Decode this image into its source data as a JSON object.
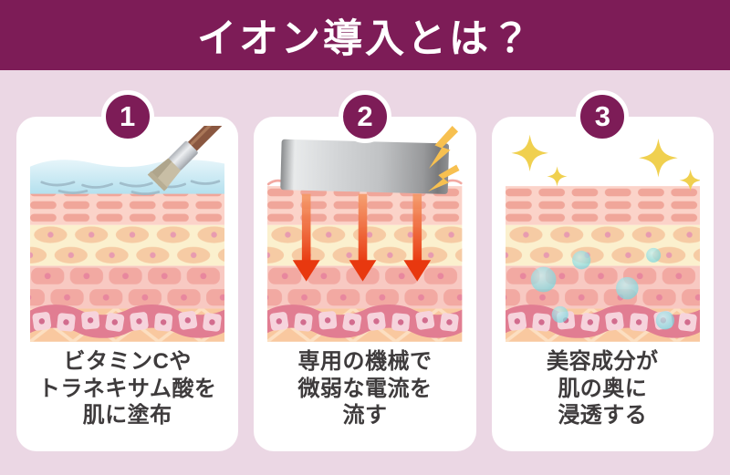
{
  "header": {
    "title": "イオン導入とは？"
  },
  "steps": [
    {
      "number": "1",
      "caption_lines": [
        "ビタミンCや",
        "トラネキサム酸を",
        "肌に塗布"
      ],
      "illustration": "brush-applying-serum-to-skin"
    },
    {
      "number": "2",
      "caption_lines": [
        "専用の機械で",
        "微弱な電流を",
        "流す"
      ],
      "illustration": "electrode-device-sending-current"
    },
    {
      "number": "3",
      "caption_lines": [
        "美容成分が",
        "肌の奥に",
        "浸透する"
      ],
      "illustration": "ingredients-penetrating-skin"
    }
  ],
  "colors": {
    "accent_magenta": "#7D1C57",
    "page_background": "#EBD7E4",
    "card_background": "#FFFFFF",
    "caption_text": "#3E3B3C",
    "liquid_blue": "#BCE2EF",
    "arrow_red": "#E8380F",
    "lightning_yellow": "#F7C050",
    "sparkle_yellow": "#F0D04F",
    "bubble_teal": "#7ED8DE",
    "skin_stripe": "#F0A69A",
    "skin_cream": "#FBF0CE",
    "skin_pink": "#F8C9C2",
    "basal_band": "#E17D92",
    "dermis_orange": "#F9C89F"
  }
}
